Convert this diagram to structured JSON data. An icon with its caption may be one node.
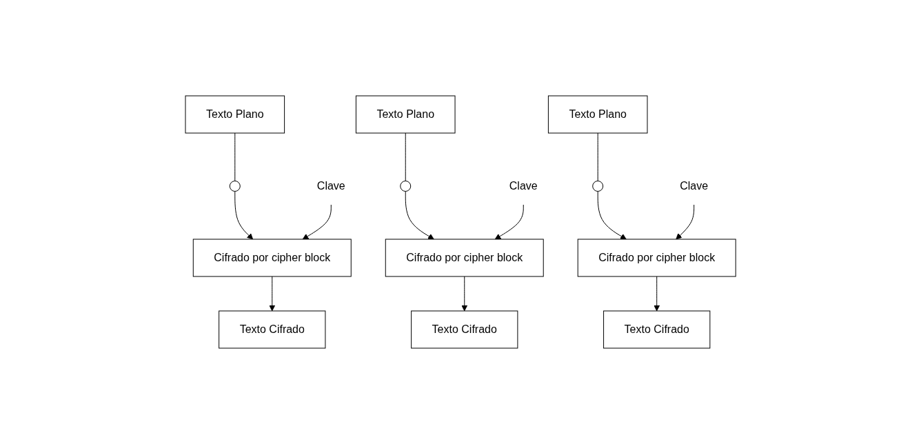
{
  "diagram": {
    "nodes": [
      {
        "text": [
          "Texto Plano"
        ]
      },
      {
        "text": [],
        "shape": "circle"
      },
      {
        "text": [
          "Clave"
        ]
      },
      {
        "text": [
          "Cifrado por cipher block"
        ]
      },
      {
        "text": [
          "Texto Cifrado"
        ]
      },
      {
        "text": [
          "Texto Plano"
        ]
      },
      {
        "text": [],
        "shape": "circle"
      },
      {
        "text": [
          "Clave"
        ]
      },
      {
        "text": [
          "Cifrado por cipher block"
        ]
      },
      {
        "text": [
          "Texto Cifrado"
        ]
      },
      {
        "text": [
          "Texto Plano"
        ]
      },
      {
        "text": [],
        "shape": "circle"
      },
      {
        "text": [
          "Clave"
        ]
      },
      {
        "text": [
          "Cifrado por cipher block"
        ]
      },
      {
        "text": [
          "Texto Cifrado"
        ]
      }
    ],
    "edges": [
      {
        "from": 0,
        "to": 1,
        "arrow": "none"
      },
      {
        "from": 1,
        "to": 3,
        "arrow": "to"
      },
      {
        "from": 2,
        "to": 3,
        "arrow": "to"
      },
      {
        "from": 3,
        "to": 4,
        "arrow": "to"
      },
      {
        "from": 5,
        "to": 6,
        "arrow": "none"
      },
      {
        "from": 6,
        "to": 8,
        "arrow": "to"
      },
      {
        "from": 7,
        "to": 8,
        "arrow": "to"
      },
      {
        "from": 8,
        "to": 9,
        "arrow": "to"
      },
      {
        "from": 10,
        "to": 11,
        "arrow": "none"
      },
      {
        "from": 11,
        "to": 13,
        "arrow": "to"
      },
      {
        "from": 12,
        "to": 13,
        "arrow": "to"
      },
      {
        "from": 13,
        "to": 14,
        "arrow": "to"
      }
    ]
  }
}
